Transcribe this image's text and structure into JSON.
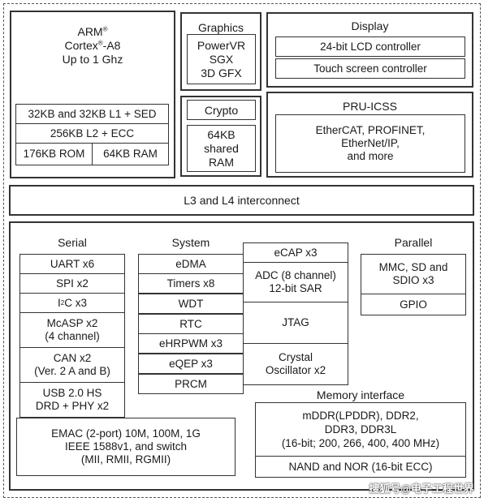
{
  "arm": {
    "line1": "ARM",
    "line1_sup": "®",
    "line2_pre": "Cortex",
    "line2_sup": "®",
    "line2_post": "-A8",
    "line3": "Up to 1 Ghz",
    "l1": "32KB and 32KB L1 + SED",
    "l2": "256KB L2  + ECC",
    "rom": "176KB ROM",
    "ram": "64KB RAM"
  },
  "graphics": {
    "title": "Graphics",
    "body": [
      "PowerVR",
      "SGX",
      "3D GFX"
    ]
  },
  "crypto": {
    "title": "Crypto"
  },
  "shared_ram": {
    "lines": [
      "64KB",
      "shared",
      "RAM"
    ]
  },
  "display": {
    "title": "Display",
    "lcd": "24-bit LCD controller",
    "touch": "Touch screen controller"
  },
  "pru": {
    "title": "PRU-ICSS",
    "body": [
      "EtherCAT, PROFINET,",
      "EtherNet/IP,",
      "and more"
    ]
  },
  "interconnect": "L3 and L4 interconnect",
  "serial": {
    "title": "Serial",
    "uart": "UART x6",
    "spi": "SPI x2",
    "i2c_pre": "I",
    "i2c_sup": "2",
    "i2c_post": "C x3",
    "mcasp": [
      "McASP x2",
      "(4 channel)"
    ],
    "can": [
      "CAN x2",
      "(Ver. 2 A and B)"
    ],
    "usb": [
      "USB 2.0 HS",
      "DRD + PHY x2"
    ]
  },
  "emac": [
    "EMAC (2-port) 10M, 100M, 1G",
    "IEEE 1588v1, and switch",
    "(MII, RMII, RGMII)"
  ],
  "system": {
    "title": "System",
    "items": [
      "eDMA",
      "Timers x8",
      "WDT",
      "RTC",
      "eHRPWM x3",
      "eQEP x3",
      "PRCM"
    ]
  },
  "system_right": {
    "ecap": "eCAP x3",
    "adc": [
      "ADC (8 channel)",
      "12-bit SAR"
    ],
    "jtag": "JTAG",
    "crystal": [
      "Crystal",
      "Oscillator x2"
    ]
  },
  "parallel": {
    "title": "Parallel",
    "mmc": [
      "MMC, SD and",
      "SDIO x3"
    ],
    "gpio": "GPIO"
  },
  "memory": {
    "title": "Memory interface",
    "ddr": [
      "mDDR(LPDDR), DDR2,",
      "DDR3, DDR3L",
      "(16-bit; 200, 266, 400, 400 MHz)"
    ],
    "nand": "NAND and NOR (16-bit ECC)"
  },
  "watermark": "搜狐号@电子工程世界"
}
